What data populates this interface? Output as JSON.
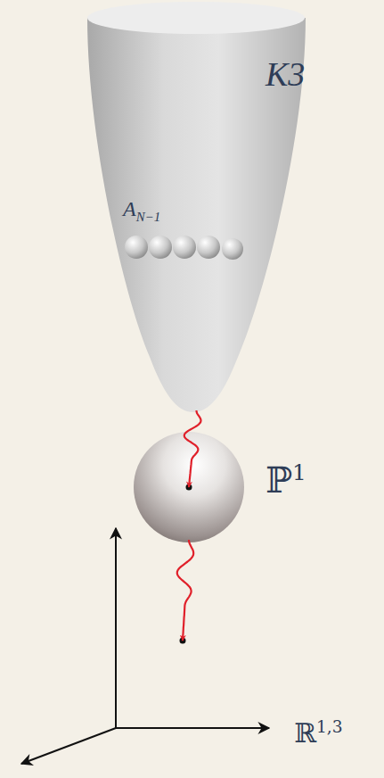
{
  "diagram": {
    "nodes": [
      {
        "text": [
          "K3",
          "AN−1"
        ]
      },
      {
        "text": [
          "ℙ1"
        ]
      },
      {
        "text": [
          "ℝ1,3"
        ]
      }
    ],
    "edges": [
      {
        "from": 0,
        "to": 1,
        "arrow": "to"
      },
      {
        "from": 1,
        "to": 2,
        "arrow": "to"
      }
    ]
  }
}
